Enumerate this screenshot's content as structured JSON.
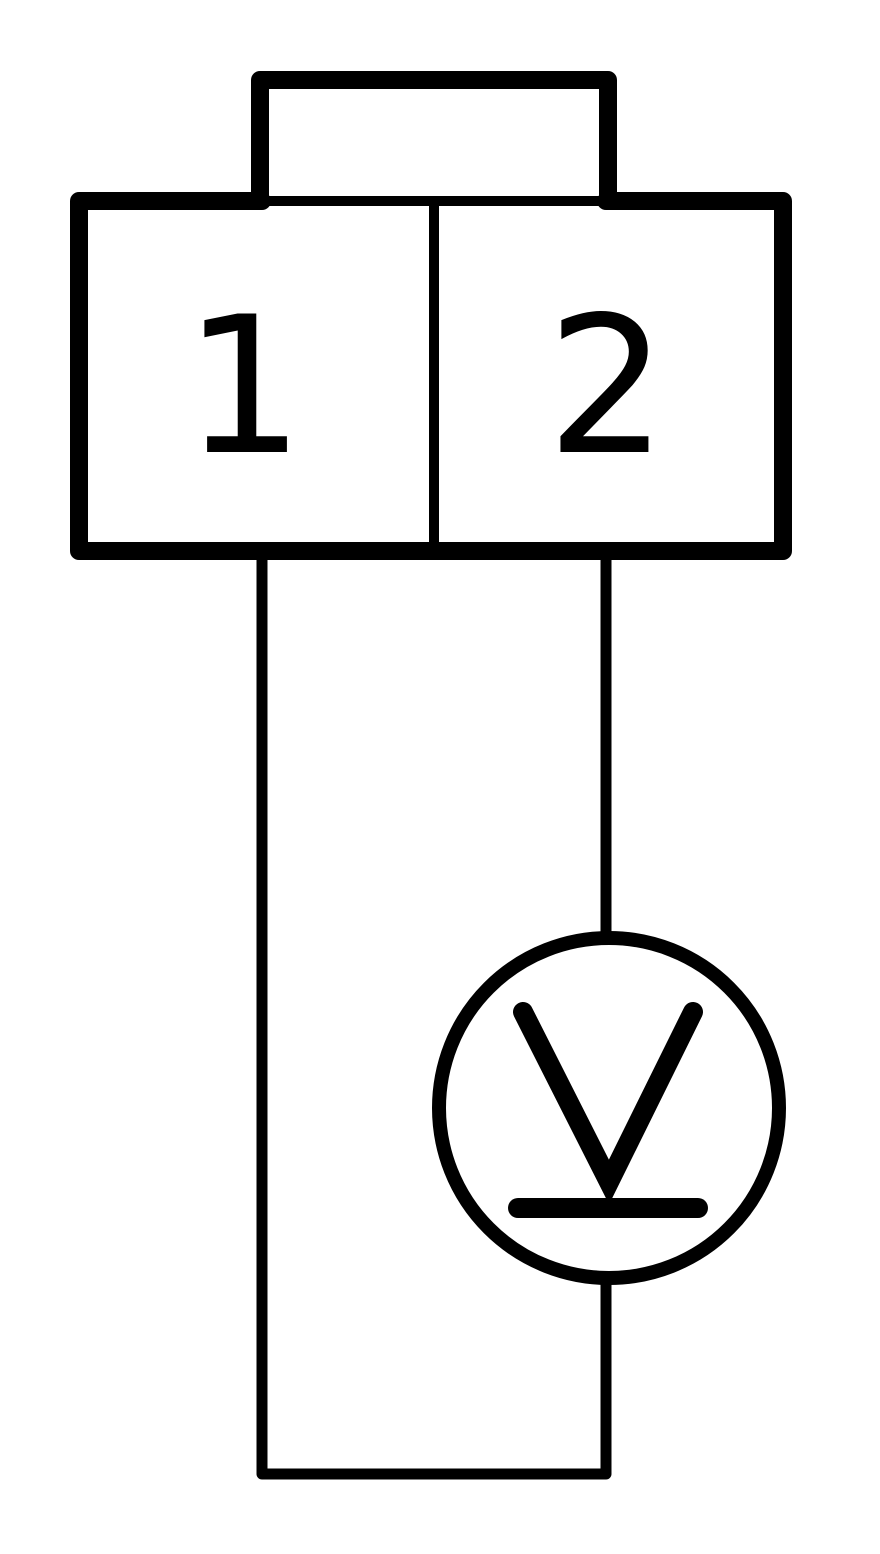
{
  "connector": {
    "pins": [
      {
        "label": "1"
      },
      {
        "label": "2"
      }
    ]
  },
  "meter": {
    "type": "dc-voltmeter",
    "icon": "voltmeter-dc-icon"
  },
  "colors": {
    "stroke": "#000000",
    "background": "#ffffff"
  }
}
